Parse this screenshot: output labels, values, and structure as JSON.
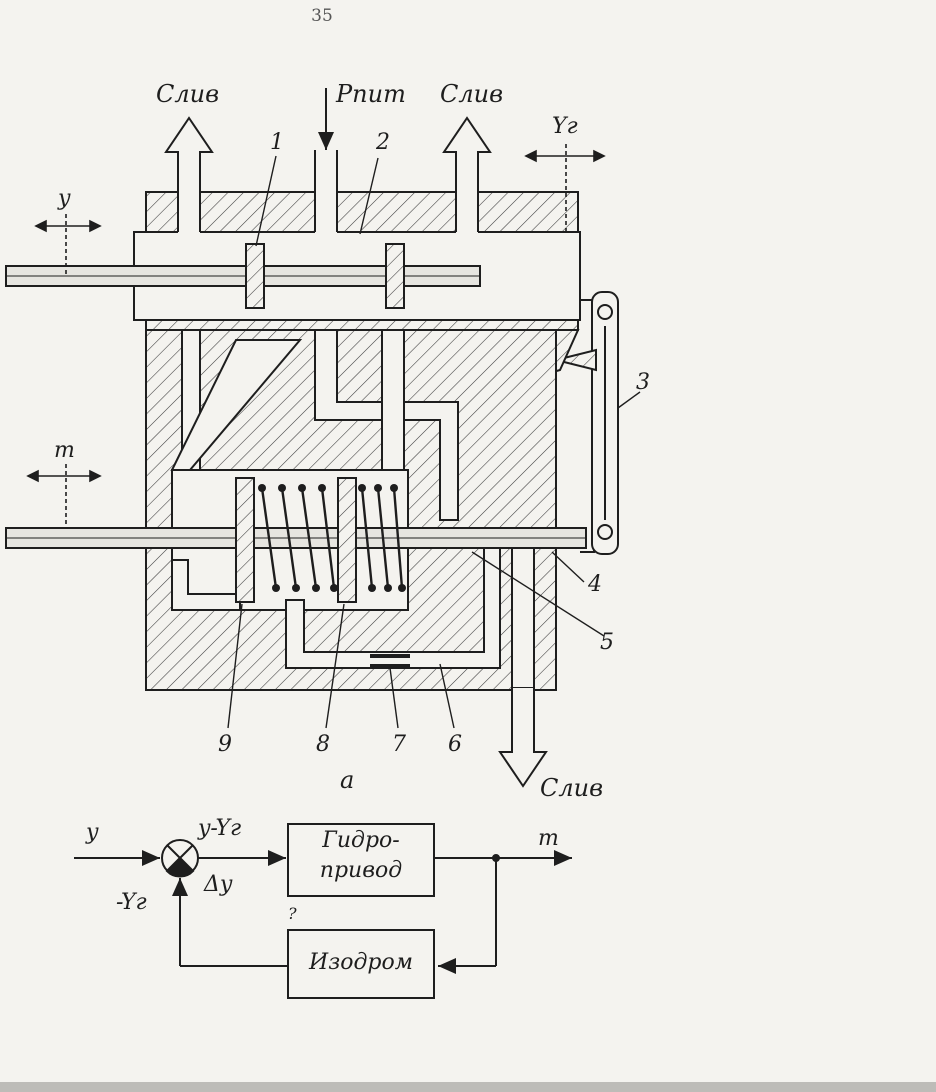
{
  "page": {
    "number": "35"
  },
  "figure": {
    "ports": {
      "drain_left": "Слив",
      "supply": "Pпит",
      "drain_right": "Слив",
      "drain_bottom": "Слив"
    },
    "signals": {
      "input_y": "y",
      "feedback_yg": "Yг",
      "output_m": "m"
    },
    "part_numbers": [
      "1",
      "2",
      "3",
      "4",
      "5",
      "6",
      "7",
      "8",
      "9"
    ],
    "subfigure_label": "a"
  },
  "block_diagram": {
    "input": "y",
    "feedback_input": "-Yг",
    "error_expr": "y-Yг",
    "delta": "Δy",
    "block_hydraulic": [
      "Гидро-",
      "привод"
    ],
    "block_isodrom": "Изодром",
    "output": "m",
    "mark": "?"
  },
  "colors": {
    "ink": "#1e1e1e",
    "paper": "#f4f3ef"
  }
}
